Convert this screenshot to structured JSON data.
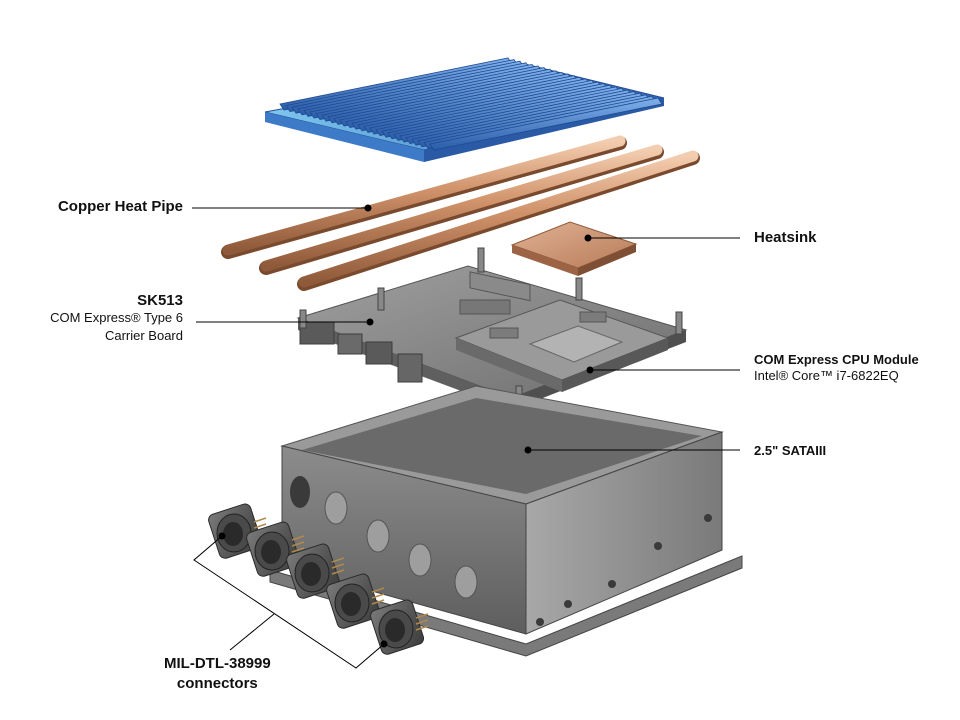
{
  "labels": {
    "copper_heat_pipe": "Copper Heat Pipe",
    "heatsink": "Heatsink",
    "carrier_board": {
      "title": "SK513",
      "line1": "COM Express® Type 6",
      "line2": "Carrier Board"
    },
    "cpu_module": {
      "title": "COM Express CPU Module",
      "subtitle": "Intel® Core™ i7-6822EQ"
    },
    "storage": "2.5\" SATAIII",
    "connectors": {
      "line1": "MIL-DTL-38999",
      "line2": "connectors"
    }
  },
  "colors": {
    "cooler_blue": "#3a6fc0",
    "copper": "#c98a5e",
    "board_gray": "#7d7d7d",
    "enclosure_gray": "#8a8a8a",
    "text": "#111111",
    "leader_line": "#000000"
  }
}
